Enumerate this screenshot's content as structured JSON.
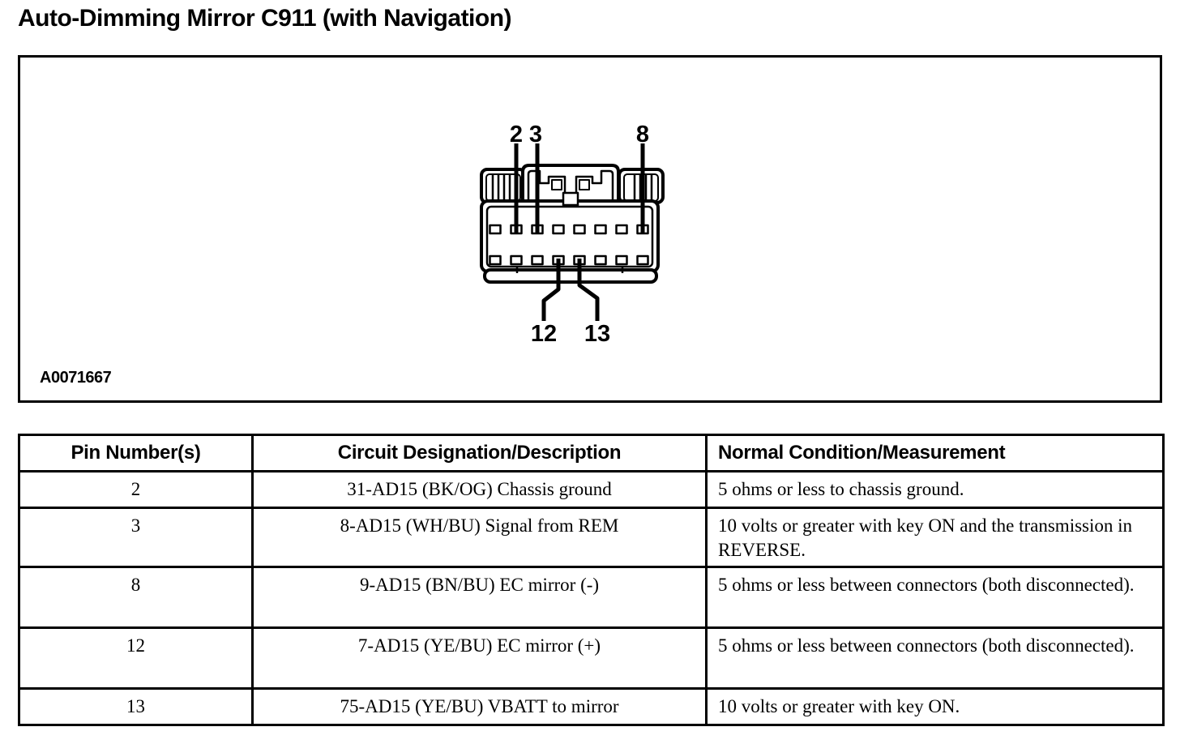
{
  "page": {
    "title": "Auto-Dimming Mirror C911 (with Navigation)"
  },
  "diagram": {
    "figure_ref": "A0071667",
    "pin_labels": {
      "top": [
        "2",
        "3",
        "8"
      ],
      "bottom": [
        "12",
        "13"
      ]
    }
  },
  "table": {
    "headers": [
      "Pin Number(s)",
      "Circuit Designation/Description",
      "Normal Condition/Measurement"
    ],
    "rows": [
      {
        "pin": "2",
        "circuit": "31-AD15 (BK/OG) Chassis ground",
        "condition": "5 ohms or less to chassis ground."
      },
      {
        "pin": "3",
        "circuit": "8-AD15 (WH/BU) Signal from REM",
        "condition": "10 volts or greater with key ON and the transmission in REVERSE."
      },
      {
        "pin": "8",
        "circuit": "9-AD15 (BN/BU) EC mirror (-)",
        "condition": "5 ohms or less between connectors (both disconnected)."
      },
      {
        "pin": "12",
        "circuit": "7-AD15 (YE/BU) EC mirror (+)",
        "condition": "5 ohms or less between connectors (both disconnected)."
      },
      {
        "pin": "13",
        "circuit": "75-AD15 (YE/BU) VBATT to mirror",
        "condition": "10 volts or greater with key ON."
      }
    ]
  }
}
